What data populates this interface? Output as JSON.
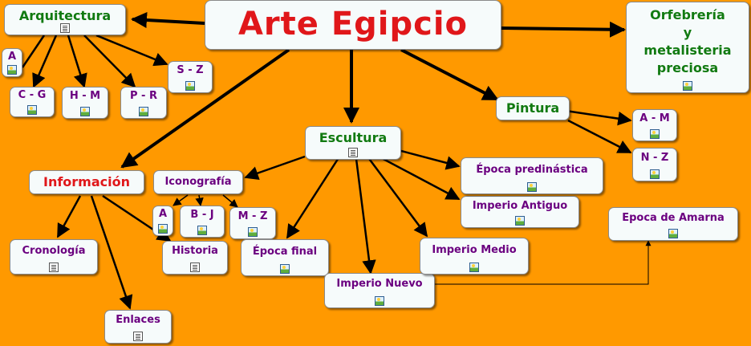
{
  "map": {
    "title": "Arte Egipcio",
    "arquitectura": "Arquitectura",
    "arq_a": "A",
    "arq_cg": "C - G",
    "arq_hm": "H - M",
    "arq_pr": "P - R",
    "arq_sz": "S - Z",
    "orfebreria": [
      "Orfebrería",
      "y",
      "metalisteria",
      "preciosa"
    ],
    "pintura": "Pintura",
    "pin_am": "A - M",
    "pin_nz": "N - Z",
    "escultura": "Escultura",
    "informacion": "Información",
    "iconografia": "Iconografía",
    "ico_a": "A",
    "ico_bj": "B - J",
    "ico_mz": "M - Z",
    "cronologia": "Cronología",
    "historia": "Historia",
    "enlaces": "Enlaces",
    "epoca_final": "Época final",
    "imperio_nuevo": "Imperio Nuevo",
    "imperio_medio": "Imperio Medio",
    "imperio_antiguo": "Imperio Antiguo",
    "epoca_predinastica": "Época predinástica",
    "epoca_amarna": "Epoca de Amarna"
  },
  "icons": {
    "image": "image-resource-icon",
    "document": "document-resource-icon"
  },
  "colors": {
    "background": "#ff9900",
    "node_fill": "#f6fbfb",
    "title": "#e0171a",
    "green_label": "#117a11",
    "purple_label": "#6b0080"
  }
}
